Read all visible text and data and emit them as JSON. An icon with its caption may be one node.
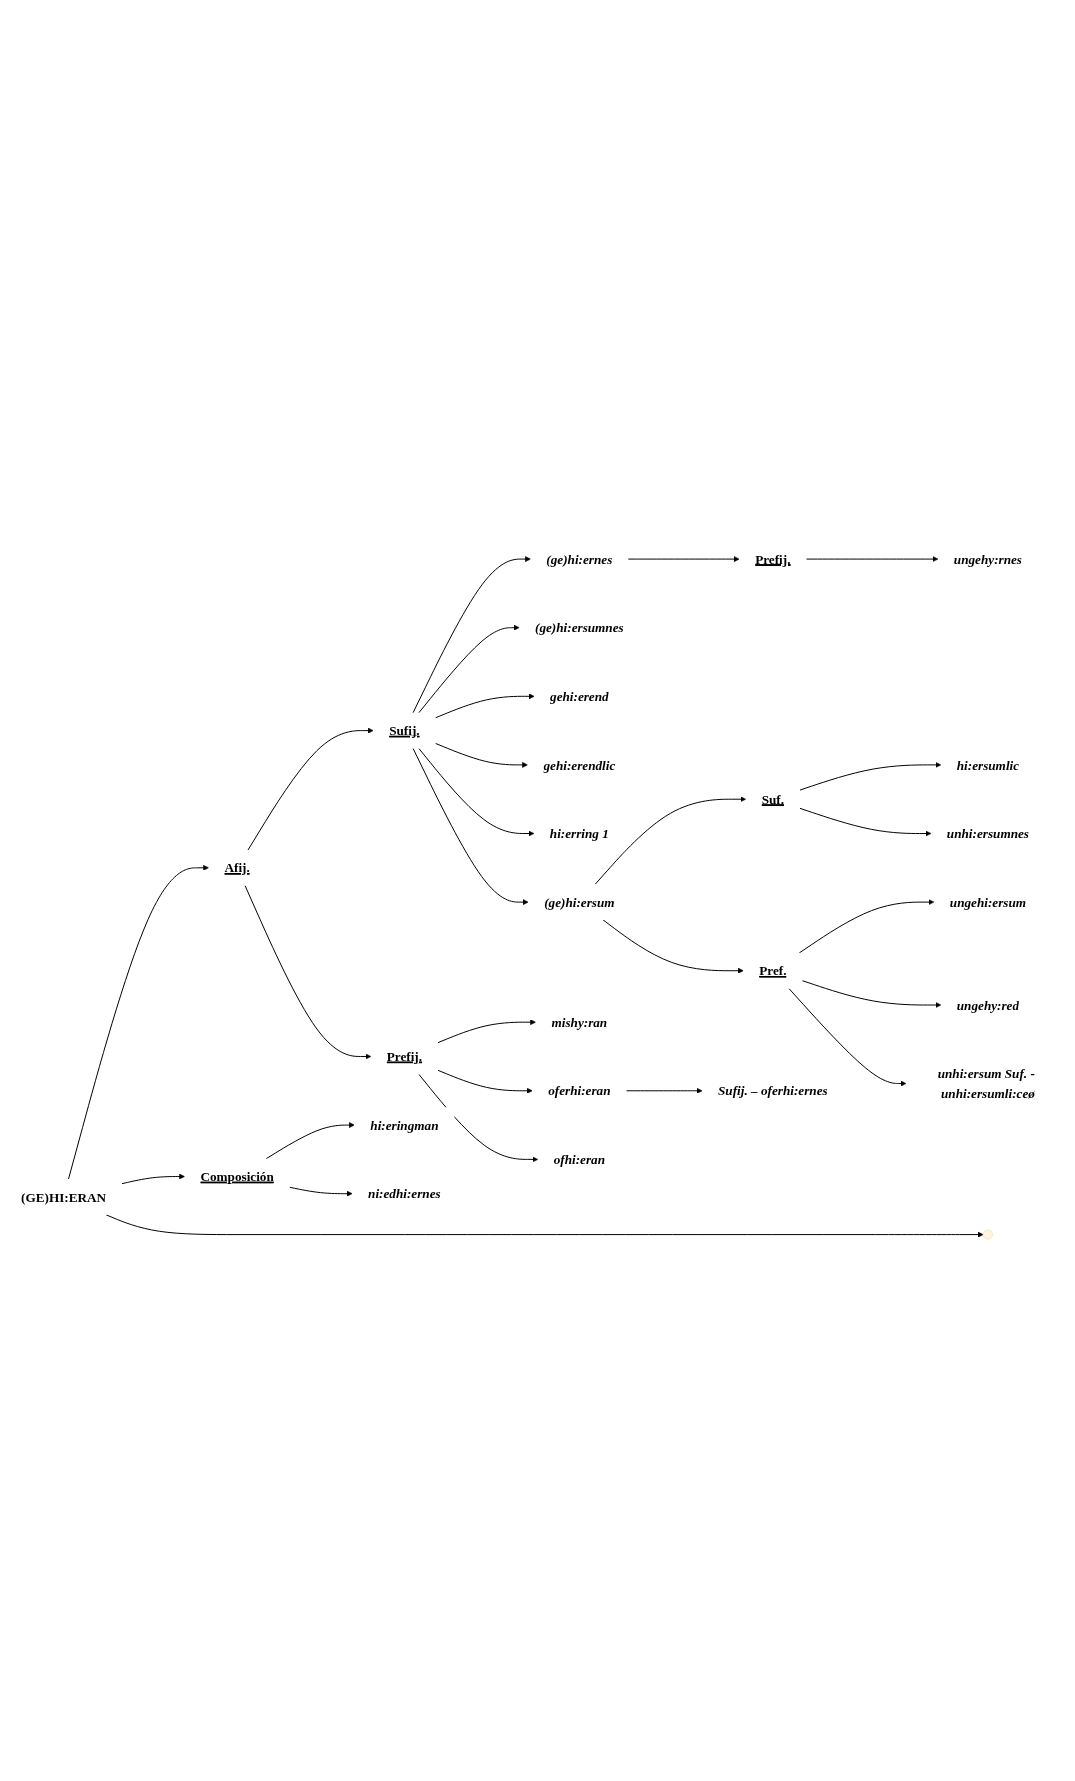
{
  "diagram": {
    "nodes": [
      {
        "text": [
          "(GE)HI:ERAN"
        ]
      },
      {
        "text": [
          "Afij."
        ]
      },
      {
        "text": [
          "Sufij."
        ]
      },
      {
        "text": [
          "(ge)hi:ernes"
        ]
      },
      {
        "text": [
          "Prefij."
        ]
      },
      {
        "text": [
          "ungehy:rnes"
        ]
      },
      {
        "text": [
          "(ge)hi:ersum"
        ]
      },
      {
        "text": [
          "Suf."
        ]
      },
      {
        "text": [
          "hi:ersumlic"
        ]
      },
      {
        "text": [
          "unhi:ersumnes"
        ]
      },
      {
        "text": [
          "Pref."
        ]
      },
      {
        "text": [
          "ungehi:ersum"
        ]
      },
      {
        "text": [
          "ungehy:red"
        ]
      },
      {
        "text": [
          "unhi:ersum Suf. - unhi:ersumli:ceø"
        ]
      },
      {
        "text": [
          "(ge)hi:ersumnes"
        ]
      },
      {
        "text": [
          "gehi:erend"
        ]
      },
      {
        "text": [
          "gehi:erendlic"
        ]
      },
      {
        "text": [
          "hi:erring 1"
        ]
      },
      {
        "text": [
          "Prefij."
        ]
      },
      {
        "text": [
          "mishy:ran"
        ]
      },
      {
        "text": [
          "oferhi:eran"
        ]
      },
      {
        "text": [
          "Sufij. – oferhi:ernes"
        ]
      },
      {
        "text": [
          "ofhi:eran"
        ]
      },
      {
        "text": [
          "Composición"
        ]
      },
      {
        "text": [
          "hi:eringman"
        ]
      },
      {
        "text": [
          "ni:edhi:ernes"
        ]
      }
    ],
    "edges": [
      {
        "from": 0,
        "to": 1,
        "arrow": "to"
      },
      {
        "from": 1,
        "to": 2,
        "arrow": "to"
      },
      {
        "from": 2,
        "to": 3,
        "arrow": "to"
      },
      {
        "from": 3,
        "to": 4,
        "arrow": "to"
      },
      {
        "from": 4,
        "to": 5,
        "arrow": "to"
      },
      {
        "from": 2,
        "to": 14,
        "arrow": "to"
      },
      {
        "from": 2,
        "to": 15,
        "arrow": "to"
      },
      {
        "from": 2,
        "to": 16,
        "arrow": "to"
      },
      {
        "from": 2,
        "to": 17,
        "arrow": "to"
      },
      {
        "from": 2,
        "to": 6,
        "arrow": "to"
      },
      {
        "from": 6,
        "to": 7,
        "arrow": "to"
      },
      {
        "from": 7,
        "to": 8,
        "arrow": "to"
      },
      {
        "from": 7,
        "to": 9,
        "arrow": "to"
      },
      {
        "from": 6,
        "to": 10,
        "arrow": "to"
      },
      {
        "from": 10,
        "to": 11,
        "arrow": "to"
      },
      {
        "from": 10,
        "to": 12,
        "arrow": "to"
      },
      {
        "from": 10,
        "to": 13,
        "arrow": "to"
      },
      {
        "from": 1,
        "to": 18,
        "arrow": "to"
      },
      {
        "from": 18,
        "to": 19,
        "arrow": "to"
      },
      {
        "from": 18,
        "to": 20,
        "arrow": "to"
      },
      {
        "from": 20,
        "to": 21,
        "arrow": "to"
      },
      {
        "from": 18,
        "to": 22,
        "arrow": "to"
      },
      {
        "from": 0,
        "to": 23,
        "arrow": "to"
      },
      {
        "from": 23,
        "to": 24,
        "arrow": "to"
      },
      {
        "from": 23,
        "to": 25,
        "arrow": "to"
      },
      {
        "from": 0,
        "to": null,
        "arrow": "to"
      }
    ]
  }
}
